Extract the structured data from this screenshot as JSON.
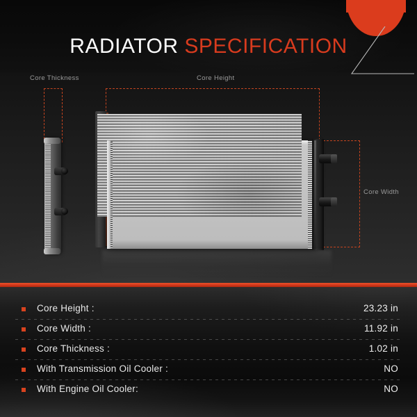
{
  "header": {
    "title_part1": "RADIATOR",
    "title_part2": "SPECIFICATION",
    "accent_color": "#d83b1e"
  },
  "diagram": {
    "labels": {
      "core_thickness": "Core Thickness",
      "core_height": "Core Height",
      "core_width": "Core Width"
    },
    "dash_color": "#c4441f"
  },
  "spec_table": {
    "rows": [
      {
        "label": "Core Height :",
        "value": "23.23 in"
      },
      {
        "label": "Core Width :",
        "value": "11.92 in"
      },
      {
        "label": "Core Thickness :",
        "value": "1.02 in"
      },
      {
        "label": "With Transmission Oil Cooler :",
        "value": "NO"
      },
      {
        "label": "With Engine Oil Cooler:",
        "value": "NO"
      }
    ],
    "bullet_color": "#d8431f"
  }
}
